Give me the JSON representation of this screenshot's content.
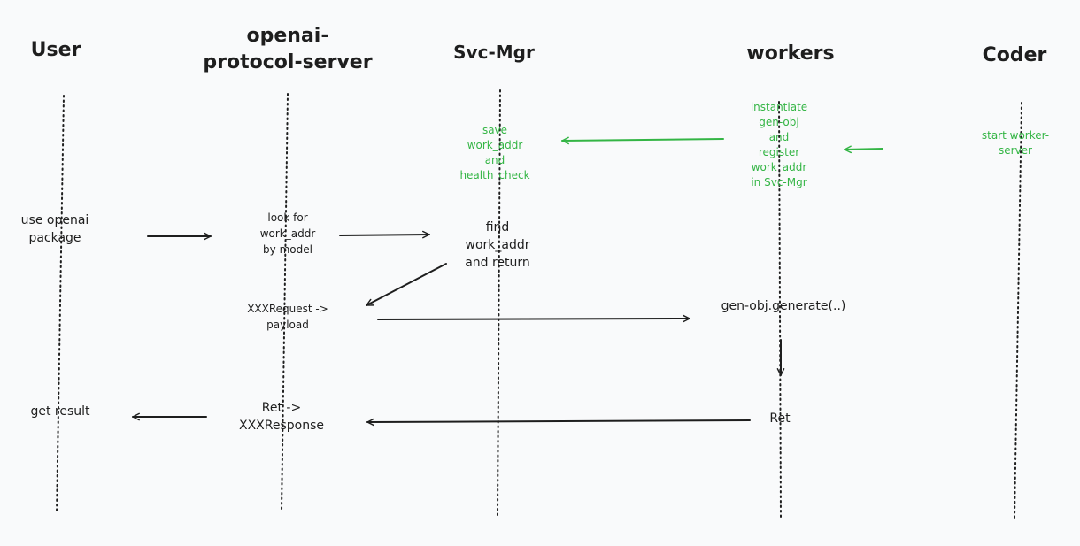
{
  "lanes": {
    "user": "User",
    "server": "openai-\nprotocol-server",
    "svcmgr": "Svc-Mgr",
    "workers": "workers",
    "coder": "Coder"
  },
  "notes": {
    "use_openai": "use openai\npackage",
    "look_for": "look for\nwork_addr\nby model",
    "find_addr": "find\nwork_addr\nand return",
    "xxx_request": "XXXRequest ->\npayload",
    "generate": "gen-obj.generate(..)",
    "ret_worker": "Ret",
    "ret_response": "Ret ->\nXXXResponse",
    "get_result": "get result",
    "save_addr": "save\nwork_addr\nand\nhealth_check",
    "instantiate": "instantiate\ngen-obj\nand\nregister\nwork_addr\nin Svc-Mgr",
    "start_worker": "start worker-\nserver"
  },
  "colors": {
    "ink": "#1e1e1e",
    "green": "#34b545",
    "background": "#f9fafb"
  }
}
